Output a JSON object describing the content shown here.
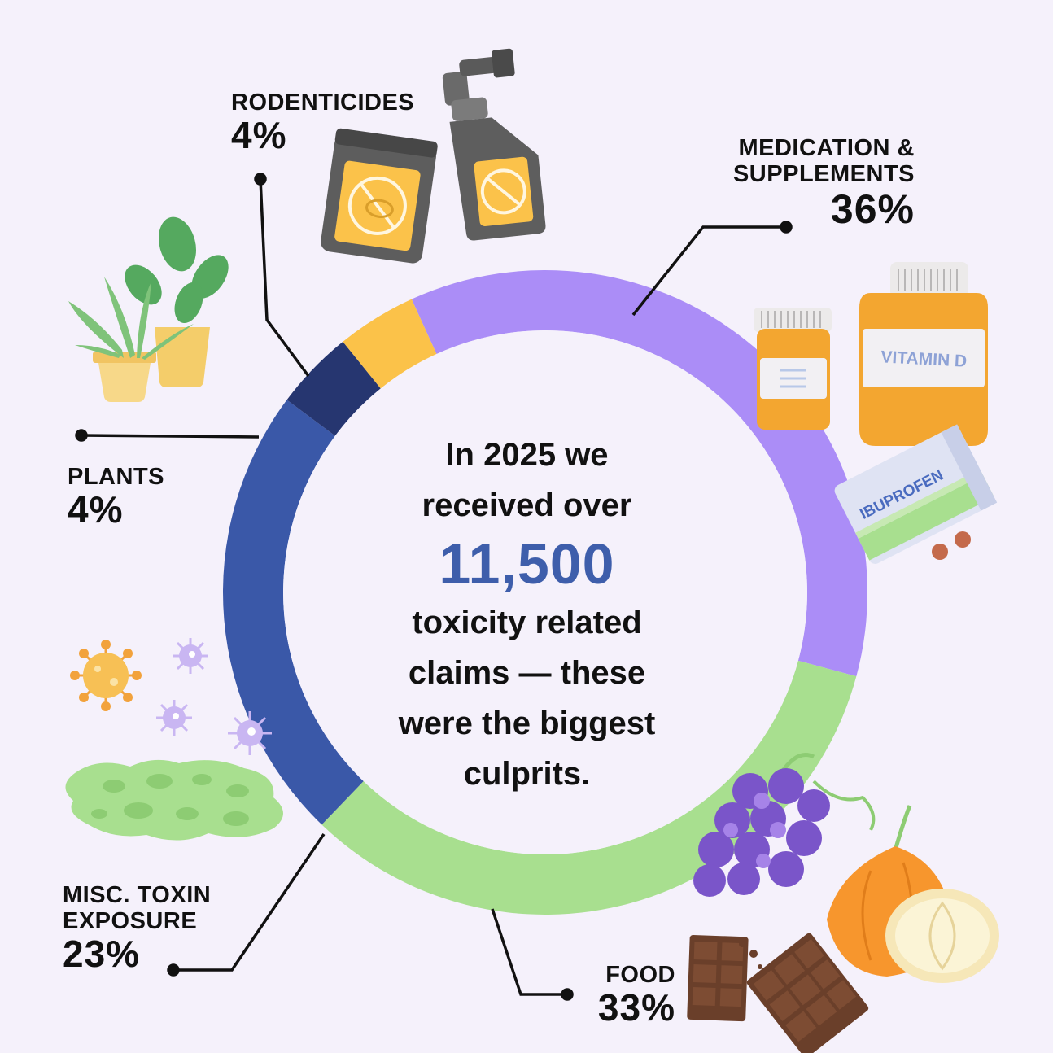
{
  "chart_data": {
    "type": "pie",
    "categories": [
      "Medication & Supplements",
      "Food",
      "Misc. Toxin Exposure",
      "Plants",
      "Rodenticides"
    ],
    "values": [
      36,
      33,
      23,
      4,
      4
    ],
    "unit": "%",
    "colors": {
      "Medication & Supplements": "#ab8df7",
      "Food": "#a8df8f",
      "Misc. Toxin Exposure": "#3a58a8",
      "Plants": "#263670",
      "Rodenticides": "#fbc249"
    }
  },
  "labels": {
    "medication": {
      "name1": "MEDICATION &",
      "name2": "SUPPLEMENTS",
      "pct": "36%"
    },
    "food": {
      "name": "FOOD",
      "pct": "33%"
    },
    "misc": {
      "name1": "MISC. TOXIN",
      "name2": "EXPOSURE",
      "pct": "23%"
    },
    "plants": {
      "name": "PLANTS",
      "pct": "4%"
    },
    "rodenticides": {
      "name": "RODENTICIDES",
      "pct": "4%"
    }
  },
  "center": {
    "line1": "In 2025 we",
    "line2": "received over",
    "big_number": "11,500",
    "line3": "toxicity related",
    "line4": "claims — these",
    "line5": "were the biggest",
    "line6": "culprits."
  },
  "illustrations": {
    "vitamin_label": "VITAMIN D",
    "ibuprofen_label": "IBUPROFEN",
    "icons": [
      "rodenticide-box-icon",
      "spray-bottle-icon",
      "pill-bottle-icon",
      "vitamin-bottle-icon",
      "ibuprofen-box-icon",
      "grapes-icon",
      "onion-icon",
      "chocolate-icon",
      "mold-icon",
      "virus-icon",
      "bacteria-icon",
      "houseplant-icon"
    ]
  }
}
